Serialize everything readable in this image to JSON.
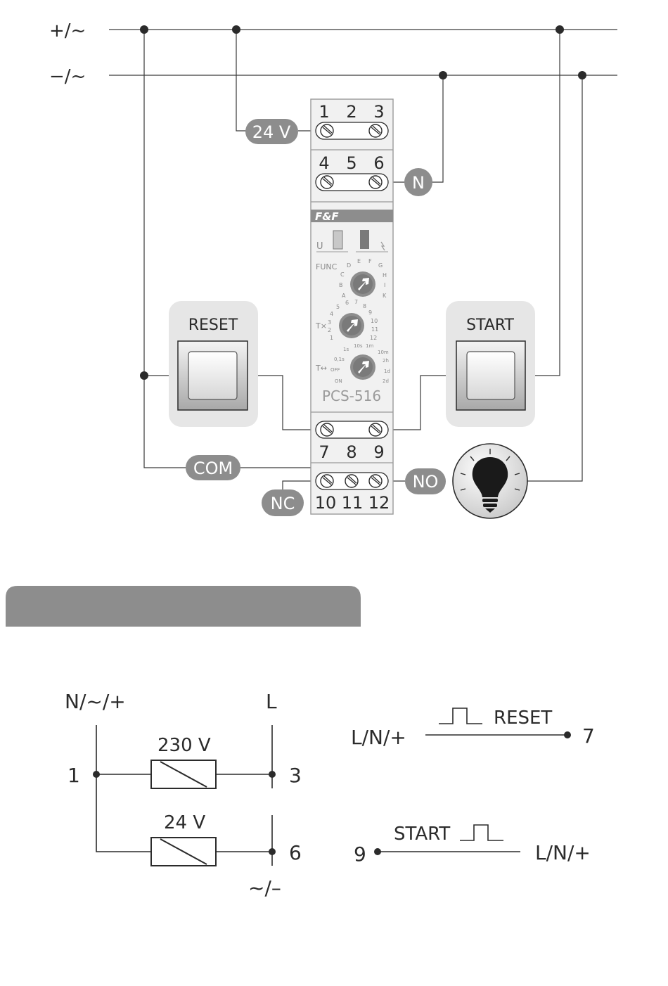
{
  "supply": {
    "plus": "+/~",
    "minus": "−/~"
  },
  "device": {
    "brand": "F&F",
    "model": "PCS-516",
    "terminals_top_row1": [
      "1",
      "2",
      "3"
    ],
    "terminals_top_row2": [
      "4",
      "5",
      "6"
    ],
    "terminals_bottom_row1": [
      "7",
      "8",
      "9"
    ],
    "terminals_bottom_row2": [
      "10",
      "11",
      "12"
    ],
    "indicator_u": "U",
    "knob_func": "FUNC",
    "knob_tx": "T×",
    "knob_tt": "T↔",
    "func_scale": [
      "A",
      "B",
      "C",
      "D",
      "E",
      "F",
      "G",
      "H",
      "I",
      "K"
    ],
    "tx_scale": [
      "1",
      "2",
      "3",
      "4",
      "5",
      "6",
      "7",
      "8",
      "9",
      "10",
      "11",
      "12"
    ],
    "tt_scale": [
      "ON",
      "OFF",
      "0,1s",
      "1s",
      "10s",
      "1m",
      "10m",
      "2h",
      "1d",
      "2d"
    ]
  },
  "tags": {
    "v24": "24 V",
    "n": "N",
    "com": "COM",
    "nc": "NC",
    "no": "NO"
  },
  "buttons": {
    "reset": "RESET",
    "start": "START"
  },
  "banner": {
    "text": ""
  },
  "schematic": {
    "left_top": "N/~/+",
    "right_top": "L",
    "node1": "1",
    "node3": "3",
    "node6": "6",
    "coil1": "230 V",
    "coil2": "24 V",
    "bottom": "~/–"
  },
  "reset_diag": {
    "source": "L/N/+",
    "label": "RESET",
    "terminal": "7"
  },
  "start_diag": {
    "terminal": "9",
    "label": "START",
    "source": "L/N/+"
  }
}
